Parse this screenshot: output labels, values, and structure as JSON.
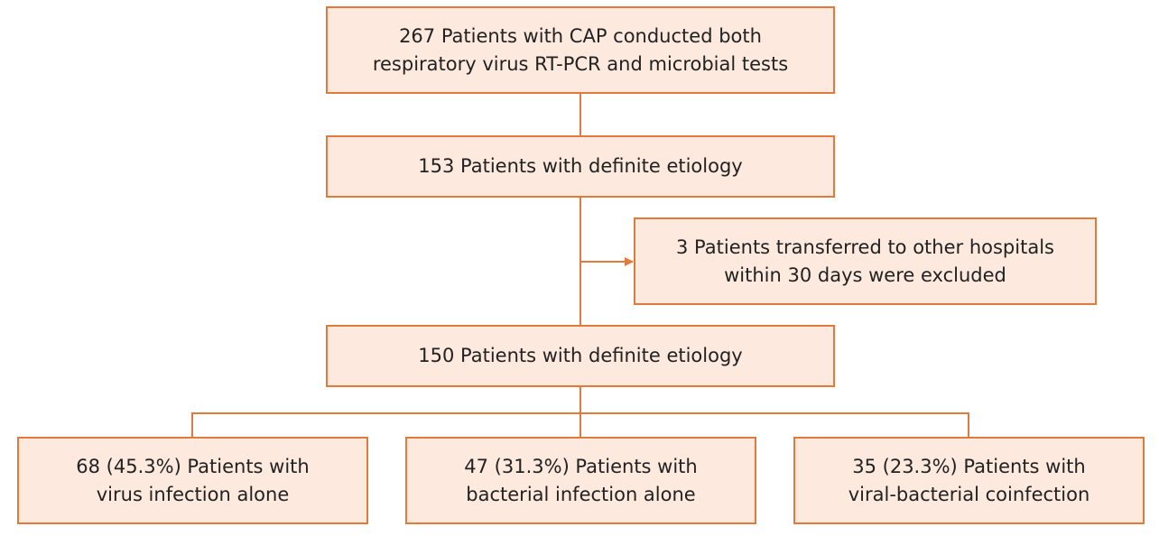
{
  "colors": {
    "box_fill": "#fde9de",
    "box_border": "#e27a3b",
    "connector": "#e27a3b",
    "text": "#222222"
  },
  "flowchart": {
    "enrolled": {
      "line1": "267 Patients with CAP conducted both",
      "line2": "respiratory virus RT-PCR and microbial tests"
    },
    "definite_etiology_initial": {
      "line1": "153 Patients with definite etiology"
    },
    "excluded": {
      "line1": "3 Patients transferred to other hospitals",
      "line2": "within 30 days were excluded"
    },
    "definite_etiology_final": {
      "line1": "150 Patients with definite etiology"
    },
    "groups": [
      {
        "line1": "68 (45.3%) Patients with",
        "line2": "virus infection alone"
      },
      {
        "line1": "47 (31.3%) Patients with",
        "line2": "bacterial infection alone"
      },
      {
        "line1": "35 (23.3%) Patients with",
        "line2": "viral-bacterial coinfection"
      }
    ]
  }
}
